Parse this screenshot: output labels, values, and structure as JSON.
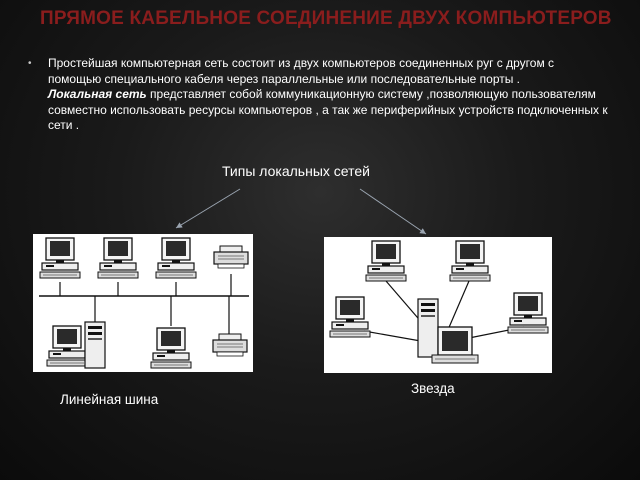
{
  "slide": {
    "title": "ПРЯМОЕ КАБЕЛЬНОЕ СОЕДИНЕНИЕ ДВУХ КОМПЬЮТЕРОВ",
    "paragraph_1": "Простейшая компьютерная сеть состоит из двух компьютеров соединенных руг с другом с помощью специального кабеля через параллельные или последовательные порты .",
    "term": "Локальная сеть",
    "paragraph_2_rest": " представляет собой коммуникационную систему ,позволяющую пользователям совместно использовать ресурсы компьютеров , а так же периферийных устройств подключенных к сети .",
    "types_heading": "Типы локальных сетей",
    "left_caption": "Линейная шина",
    "right_caption": "Звезда"
  },
  "colors": {
    "title": "#8a1d1d",
    "text": "#ffffff",
    "background": "#141414",
    "arrow": "#9aa4b0"
  },
  "figures": {
    "left": "bus-topology-diagram",
    "right": "star-topology-diagram"
  }
}
